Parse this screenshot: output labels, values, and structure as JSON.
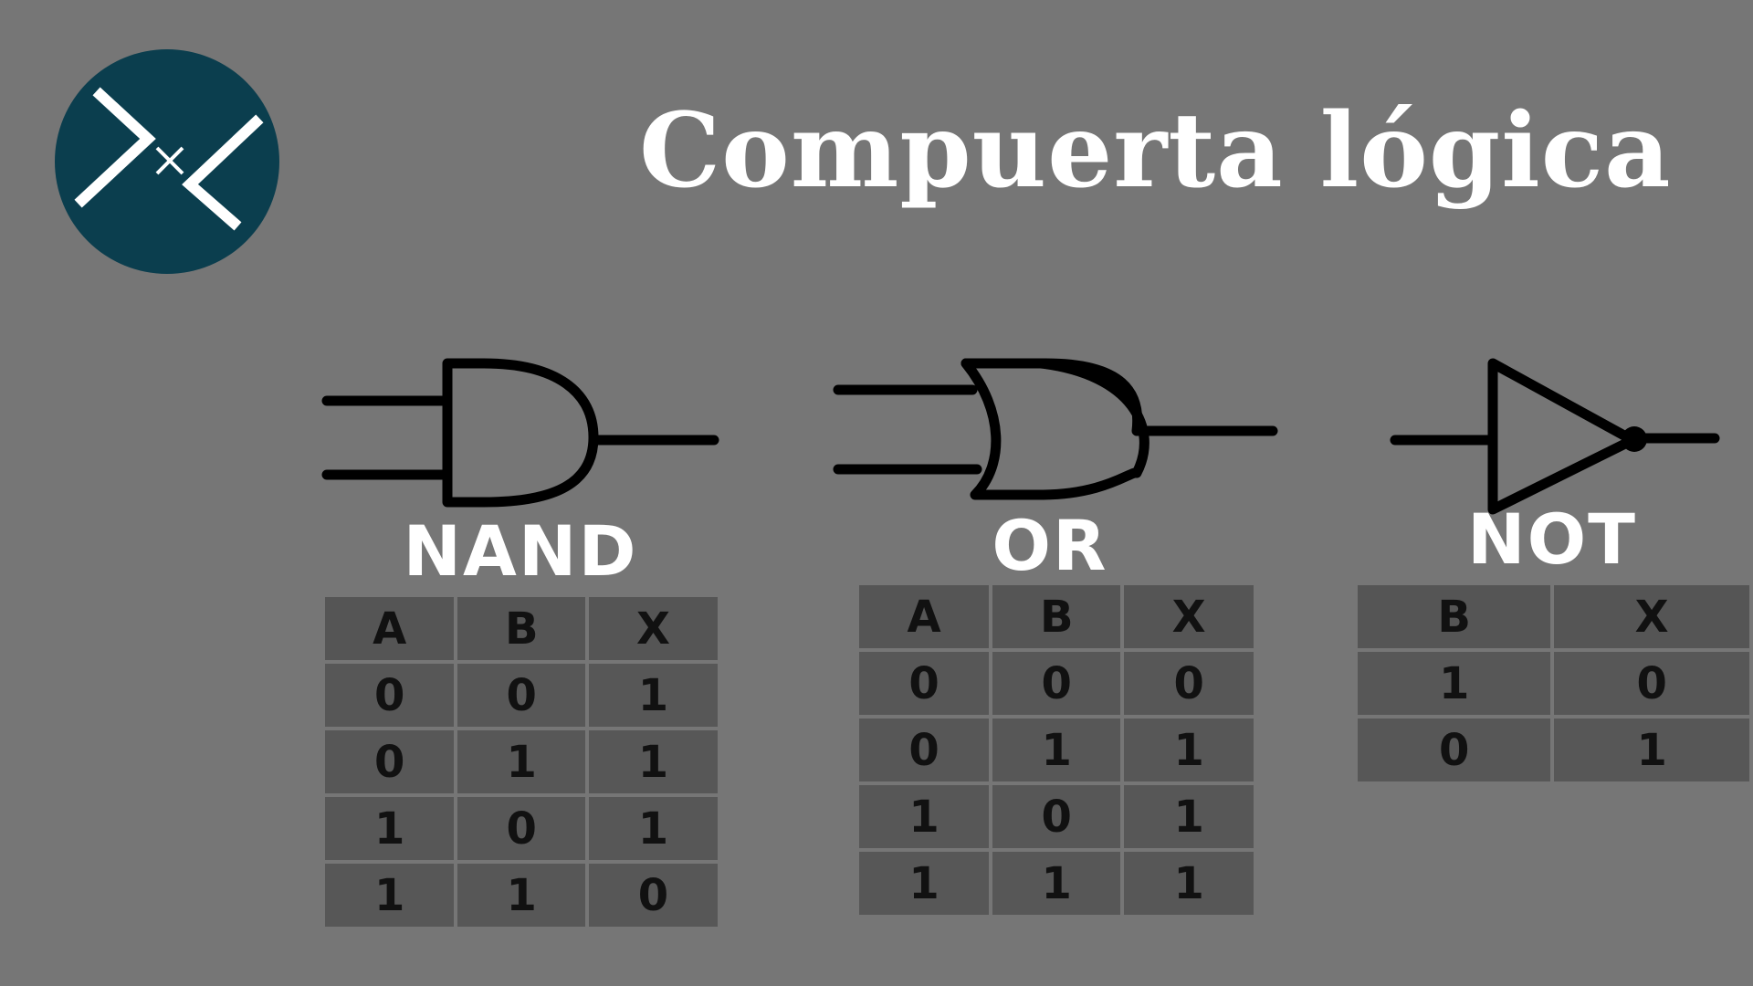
{
  "title": "Compuerta lógica",
  "colors": {
    "background": "#767676",
    "logo_circle": "#0b3e4e",
    "cell": "#575757",
    "text_light": "#ffffff",
    "text_dark": "#111111",
    "stroke": "#000000"
  },
  "logo": {
    "icon": "xl-logo-icon"
  },
  "gates": [
    {
      "label": "NAND",
      "icon": "and-gate-symbol-icon",
      "headers": [
        "A",
        "B",
        "X"
      ],
      "rows": [
        [
          "0",
          "0",
          "1"
        ],
        [
          "0",
          "1",
          "1"
        ],
        [
          "1",
          "0",
          "1"
        ],
        [
          "1",
          "1",
          "0"
        ]
      ]
    },
    {
      "label": "OR",
      "icon": "or-gate-symbol-icon",
      "headers": [
        "A",
        "B",
        "X"
      ],
      "rows": [
        [
          "0",
          "0",
          "0"
        ],
        [
          "0",
          "1",
          "1"
        ],
        [
          "1",
          "0",
          "1"
        ],
        [
          "1",
          "1",
          "1"
        ]
      ]
    },
    {
      "label": "NOT",
      "icon": "not-gate-symbol-icon",
      "headers": [
        "B",
        "X"
      ],
      "rows": [
        [
          "1",
          "0"
        ],
        [
          "0",
          "1"
        ]
      ]
    }
  ]
}
